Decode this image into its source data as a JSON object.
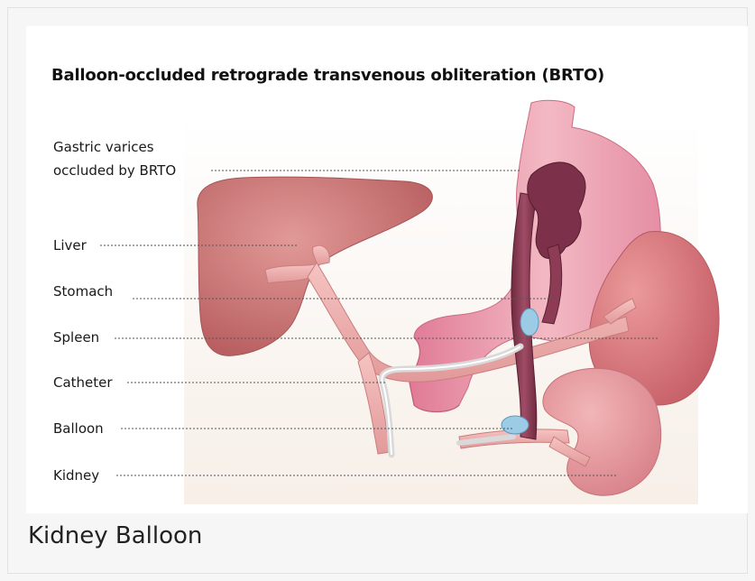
{
  "figure": {
    "title": "Balloon-occluded retrograde transvenous obliteration (BRTO)",
    "labels": {
      "gastric_varices_line1": "Gastric varices",
      "gastric_varices_line2": "occluded by BRTO",
      "liver": "Liver",
      "stomach": "Stomach",
      "spleen": "Spleen",
      "catheter": "Catheter",
      "balloon": "Balloon",
      "kidney": "Kidney"
    }
  },
  "caption": "Kidney Balloon",
  "colors": {
    "liver": "#c96f6f",
    "stomach": "#e58ea5",
    "spleen": "#d8727a",
    "kidney": "#e2989f",
    "vessel": "#f0b4b4",
    "varices": "#8a3a52",
    "balloon": "#9ccbe6",
    "catheter": "#d9d9d9"
  }
}
